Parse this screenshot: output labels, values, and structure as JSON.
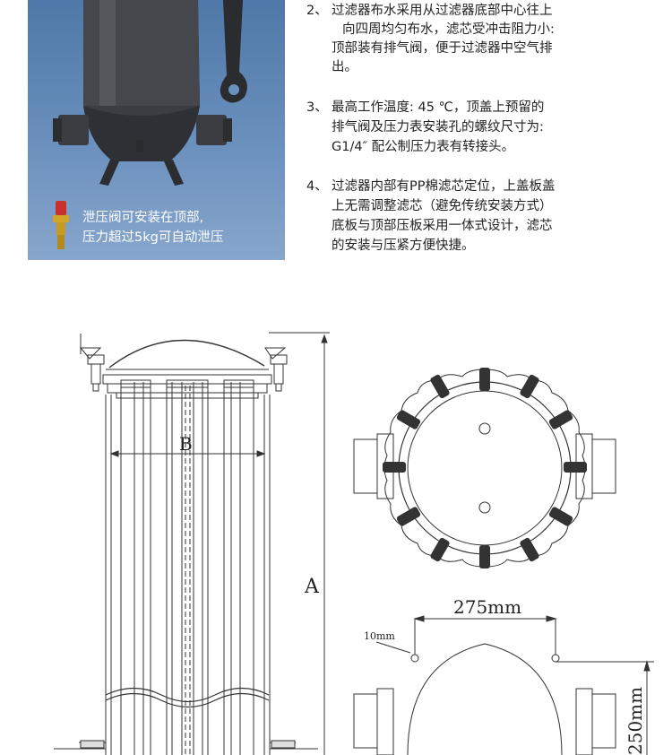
{
  "photo": {
    "caption_lines": [
      "泄压阀可安装在顶部,",
      "压力超过5kg可自动泄压"
    ]
  },
  "notes": [
    {
      "num": "2、",
      "lines": [
        "过滤器布水采用从过滤器底部中心往上",
        "向四周均匀布水，滤芯受冲击阻力小:",
        "顶部装有排气阀，便于过滤器中空气排",
        "出。"
      ]
    },
    {
      "num": "3、",
      "lines": [
        "最高工作温度:   45 ℃，顶盖上预留的",
        "排气阀及压力表安装孔的螺纹尺寸为:",
        "G1/4″  配公制压力表有转接头。"
      ]
    },
    {
      "num": "4、",
      "lines": [
        "过滤器内部有PP棉滤芯定位，上盖板盖",
        "上无需调整滤芯（避免传统安装方式）",
        "底板与顶部压板采用一体式设计，滤芯",
        "的安装与压紧方便快捷。"
      ]
    }
  ],
  "drawing": {
    "label_a": "A",
    "label_b": "B",
    "dim_width": "275mm",
    "dim_hole": "10mm",
    "dim_height": "250mm"
  }
}
